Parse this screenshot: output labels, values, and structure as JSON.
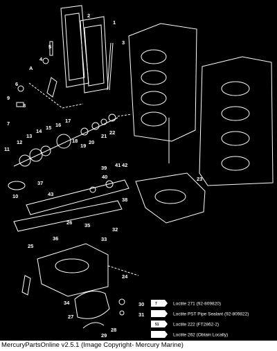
{
  "diagram": {
    "callouts": [
      {
        "id": "c1",
        "label": "1"
      },
      {
        "id": "c2",
        "label": "2"
      },
      {
        "id": "c3",
        "label": "3"
      },
      {
        "id": "c4",
        "label": "4"
      },
      {
        "id": "c5",
        "label": "5"
      },
      {
        "id": "c6",
        "label": "6"
      },
      {
        "id": "c7",
        "label": "7"
      },
      {
        "id": "c8",
        "label": "8"
      },
      {
        "id": "c9",
        "label": "9"
      },
      {
        "id": "c10",
        "label": "10"
      },
      {
        "id": "c11",
        "label": "11"
      },
      {
        "id": "c12",
        "label": "12"
      },
      {
        "id": "c13",
        "label": "13"
      },
      {
        "id": "c14",
        "label": "14"
      },
      {
        "id": "c15",
        "label": "15"
      },
      {
        "id": "c16",
        "label": "16"
      },
      {
        "id": "c17",
        "label": "17"
      },
      {
        "id": "c18",
        "label": "18"
      },
      {
        "id": "c19",
        "label": "19"
      },
      {
        "id": "c20",
        "label": "20"
      },
      {
        "id": "c21",
        "label": "21"
      },
      {
        "id": "c22",
        "label": "22"
      },
      {
        "id": "c23",
        "label": "23"
      },
      {
        "id": "c24",
        "label": "24"
      },
      {
        "id": "c25",
        "label": "25"
      },
      {
        "id": "c26",
        "label": "26"
      },
      {
        "id": "c27",
        "label": "27"
      },
      {
        "id": "c28",
        "label": "28"
      },
      {
        "id": "c29",
        "label": "29"
      },
      {
        "id": "c30",
        "label": "30"
      },
      {
        "id": "c31",
        "label": "31"
      },
      {
        "id": "c32",
        "label": "32"
      },
      {
        "id": "c33",
        "label": "33"
      },
      {
        "id": "c34",
        "label": "34"
      },
      {
        "id": "c35",
        "label": "35"
      },
      {
        "id": "c36",
        "label": "36"
      },
      {
        "id": "c37",
        "label": "37"
      },
      {
        "id": "c38",
        "label": "38"
      },
      {
        "id": "c39",
        "label": "39"
      },
      {
        "id": "c40",
        "label": "40"
      },
      {
        "id": "c41",
        "label": "41"
      },
      {
        "id": "c42",
        "label": "42"
      },
      {
        "id": "c43",
        "label": "43"
      },
      {
        "id": "cA",
        "label": "A"
      }
    ],
    "legend": [
      {
        "chip": "7",
        "text": "Loctite 271 (92-809820)"
      },
      {
        "chip": "",
        "text": "Loctite PST Pipe Sealant (92-809822)"
      },
      {
        "chip": "51",
        "text": "Loctite 222  (FT2862-2)"
      },
      {
        "chip": "",
        "text": "Loctite 262  (Obtain Locally)"
      }
    ]
  },
  "footer": {
    "text": "MercuryPartsOnline v2.5.1 (Image Copyright- Mercury Marine)"
  }
}
